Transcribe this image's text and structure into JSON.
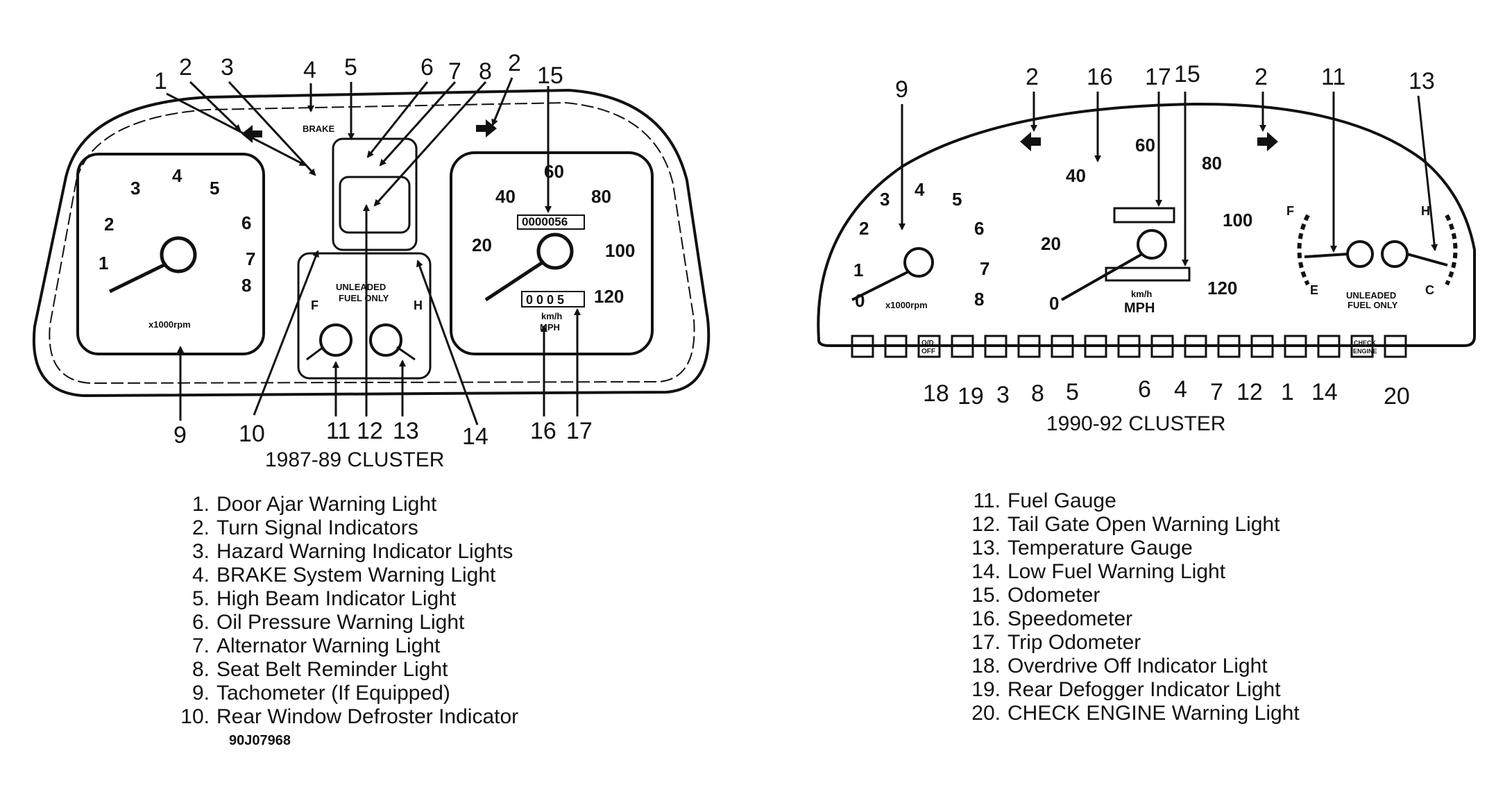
{
  "captions": {
    "left": "1987-89 CLUSTER",
    "right": "1990-92 CLUSTER"
  },
  "figure_code": "90J07968",
  "left_cluster": {
    "callouts_top": [
      "1",
      "2",
      "3",
      "4",
      "5",
      "6",
      "7",
      "8",
      "2",
      "15"
    ],
    "callouts_bottom": [
      "9",
      "10",
      "11",
      "12",
      "13",
      "14",
      "16",
      "17"
    ],
    "tach_ticks": [
      "1",
      "2",
      "3",
      "4",
      "5",
      "6",
      "7",
      "8"
    ],
    "tach_unit": "x1000rpm",
    "speed_ticks": [
      "20",
      "40",
      "60",
      "80",
      "100",
      "120"
    ],
    "speed_unit_kmh": "km/h",
    "speed_unit_mph": "MPH",
    "odometer": "0000056",
    "trip": "0 0 0 5",
    "brake_label": "BRAKE",
    "fuel_text_1": "UNLEADED",
    "fuel_text_2": "FUEL ONLY",
    "gauge_f": "F",
    "gauge_h": "H"
  },
  "right_cluster": {
    "callouts_top": [
      "9",
      "2",
      "16",
      "17",
      "15",
      "2",
      "11",
      "13"
    ],
    "callouts_bottom": [
      "18",
      "19",
      "3",
      "8",
      "5",
      "6",
      "4",
      "7",
      "12",
      "1",
      "14",
      "20"
    ],
    "tach_ticks": [
      "0",
      "1",
      "2",
      "3",
      "4",
      "5",
      "6",
      "7",
      "8"
    ],
    "tach_unit": "x1000rpm",
    "speed_ticks": [
      "0",
      "20",
      "40",
      "60",
      "80",
      "100",
      "120"
    ],
    "speed_unit_kmh": "km/h",
    "speed_unit_mph": "MPH",
    "fuel_text_1": "UNLEADED",
    "fuel_text_2": "FUEL ONLY",
    "gauge_f": "F",
    "gauge_e": "E",
    "gauge_h": "H",
    "gauge_c": "C",
    "od_off_1": "O/D",
    "od_off_2": "OFF",
    "check_engine_1": "CHECK",
    "check_engine_2": "ENGINE"
  },
  "legend_left": [
    {
      "n": "1.",
      "text": "Door Ajar Warning Light"
    },
    {
      "n": "2.",
      "text": "Turn Signal Indicators"
    },
    {
      "n": "3.",
      "text": "Hazard Warning Indicator Lights"
    },
    {
      "n": "4.",
      "text": "BRAKE System Warning Light"
    },
    {
      "n": "5.",
      "text": "High Beam Indicator Light"
    },
    {
      "n": "6.",
      "text": "Oil Pressure Warning Light"
    },
    {
      "n": "7.",
      "text": "Alternator Warning Light"
    },
    {
      "n": "8.",
      "text": "Seat Belt Reminder Light"
    },
    {
      "n": "9.",
      "text": "Tachometer (If Equipped)"
    },
    {
      "n": "10.",
      "text": "Rear Window Defroster Indicator"
    }
  ],
  "legend_right": [
    {
      "n": "11.",
      "text": "Fuel Gauge"
    },
    {
      "n": "12.",
      "text": "Tail Gate Open Warning Light"
    },
    {
      "n": "13.",
      "text": "Temperature Gauge"
    },
    {
      "n": "14.",
      "text": "Low Fuel Warning Light"
    },
    {
      "n": "15.",
      "text": "Odometer"
    },
    {
      "n": "16.",
      "text": "Speedometer"
    },
    {
      "n": "17.",
      "text": "Trip Odometer"
    },
    {
      "n": "18.",
      "text": "Overdrive Off Indicator Light"
    },
    {
      "n": "19.",
      "text": "Rear Defogger Indicator Light"
    },
    {
      "n": "20.",
      "text": "CHECK ENGINE Warning Light"
    }
  ]
}
